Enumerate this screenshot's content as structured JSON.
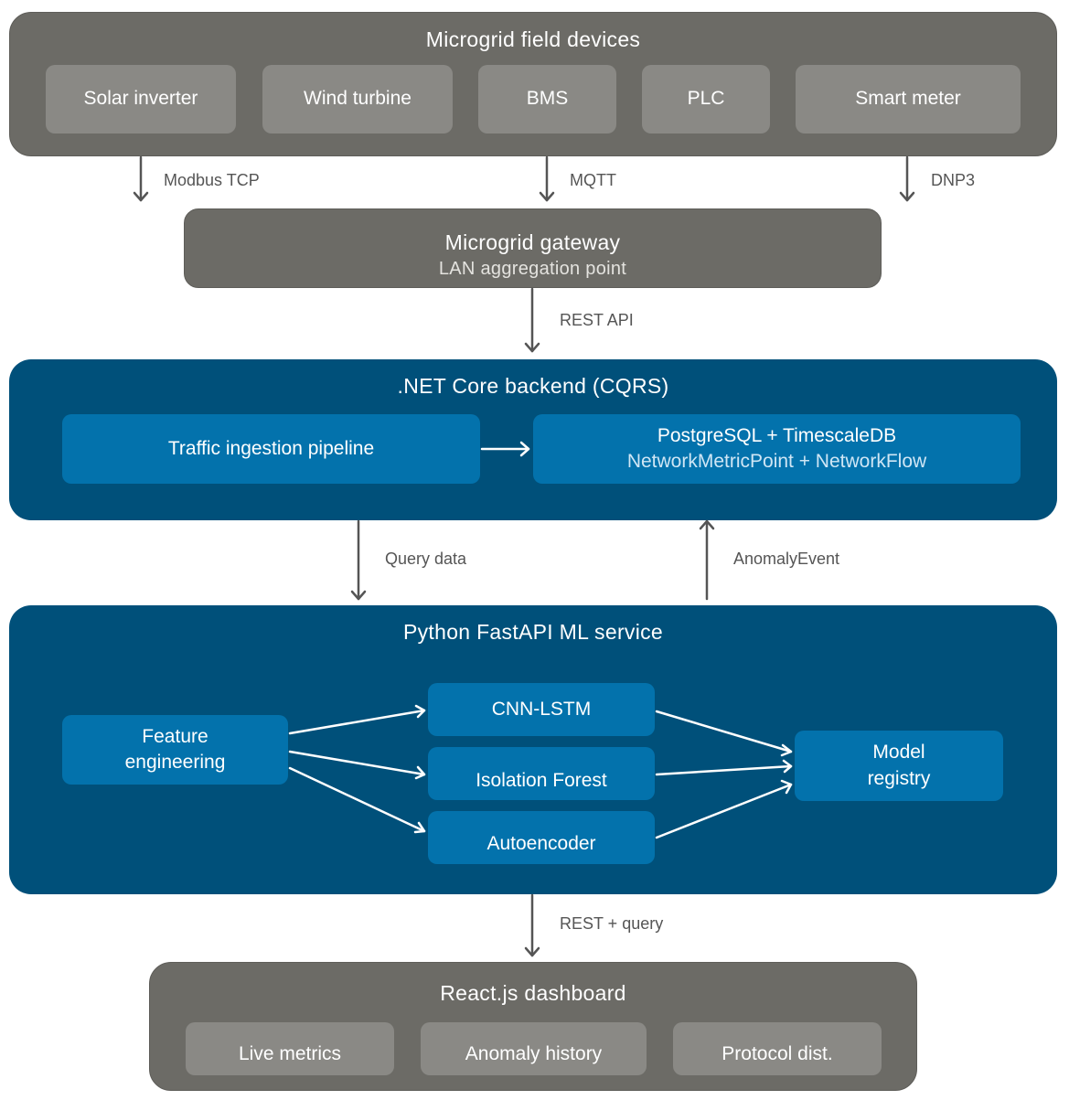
{
  "field_devices": {
    "title": "Microgrid field devices",
    "items": [
      "Solar inverter",
      "Wind turbine",
      "BMS",
      "PLC",
      "Smart meter"
    ]
  },
  "gateway": {
    "title": "Microgrid gateway",
    "subtitle": "LAN aggregation point"
  },
  "backend": {
    "title": ".NET Core backend (CQRS)",
    "pipeline": "Traffic ingestion pipeline",
    "db_title": "PostgreSQL + TimescaleDB",
    "db_subtitle": "NetworkMetricPoint + NetworkFlow"
  },
  "ml_service": {
    "title": "Python FastAPI ML service",
    "feature": "Feature\nengineering",
    "models": [
      "CNN-LSTM",
      "Isolation Forest",
      "Autoencoder"
    ],
    "registry": "Model\nregistry"
  },
  "dashboard": {
    "title": "React.js dashboard",
    "items": [
      "Live metrics",
      "Anomaly history",
      "Protocol dist."
    ]
  },
  "edges": {
    "modbus": "Modbus TCP",
    "mqtt": "MQTT",
    "dnp3": "DNP3",
    "rest_api": "REST API",
    "query_data": "Query data",
    "anomaly_event": "AnomalyEvent",
    "rest_query": "REST + query"
  },
  "colors": {
    "gray_panel": "#6c6b66",
    "gray_box": "#8a8985",
    "blue_panel": "#00507a",
    "blue_box": "#0372ac",
    "arrow_dark": "#555555",
    "arrow_light": "#ffffff"
  }
}
